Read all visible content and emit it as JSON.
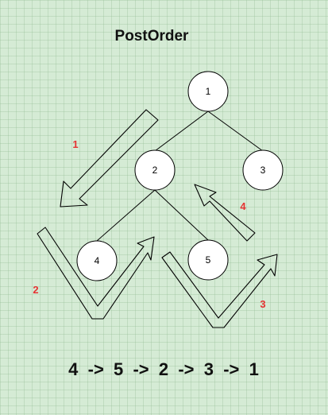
{
  "title": "PostOrder",
  "nodes": [
    "1",
    "2",
    "3",
    "4",
    "5"
  ],
  "steps": [
    "1",
    "2",
    "3",
    "4"
  ],
  "sequence": "4  ->  5  ->  2  ->  3  ->  1",
  "colors": {
    "background": "#d5ebd5",
    "step_label": "#e53333"
  }
}
